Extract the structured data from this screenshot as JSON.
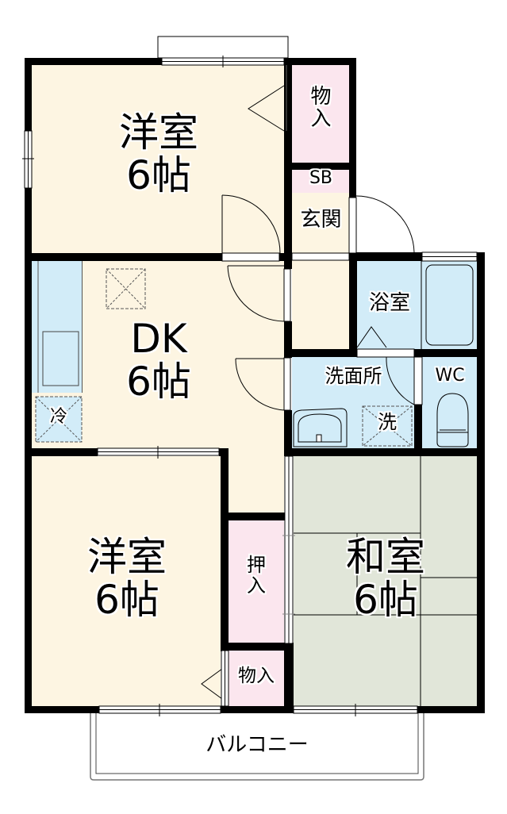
{
  "floorplan": {
    "colors": {
      "western_room": "#fdf5e2",
      "storage": "#fbe6ee",
      "wet_area": "#d2ecf8",
      "tatami": "#e1e6d9",
      "wall": "#000000",
      "background": "#ffffff"
    },
    "rooms": {
      "western_top": {
        "name": "洋室",
        "size": "6帖"
      },
      "closet_top": {
        "name_line1": "物",
        "name_line2": "入"
      },
      "shoebox": {
        "name": "SB"
      },
      "entrance": {
        "name": "玄関"
      },
      "dk": {
        "name": "DK",
        "size": "6帖"
      },
      "fridge": {
        "name": "冷"
      },
      "bathroom": {
        "name": "浴室"
      },
      "washroom": {
        "name": "洗面所"
      },
      "washer": {
        "name": "洗"
      },
      "toilet": {
        "name": "WC"
      },
      "western_bottom": {
        "name": "洋室",
        "size": "6帖"
      },
      "oshiire": {
        "name_line1": "押",
        "name_line2": "入"
      },
      "closet_bottom": {
        "name": "物入"
      },
      "japanese_room": {
        "name": "和室",
        "size": "6帖"
      },
      "balcony": {
        "name": "バルコニー"
      }
    }
  }
}
